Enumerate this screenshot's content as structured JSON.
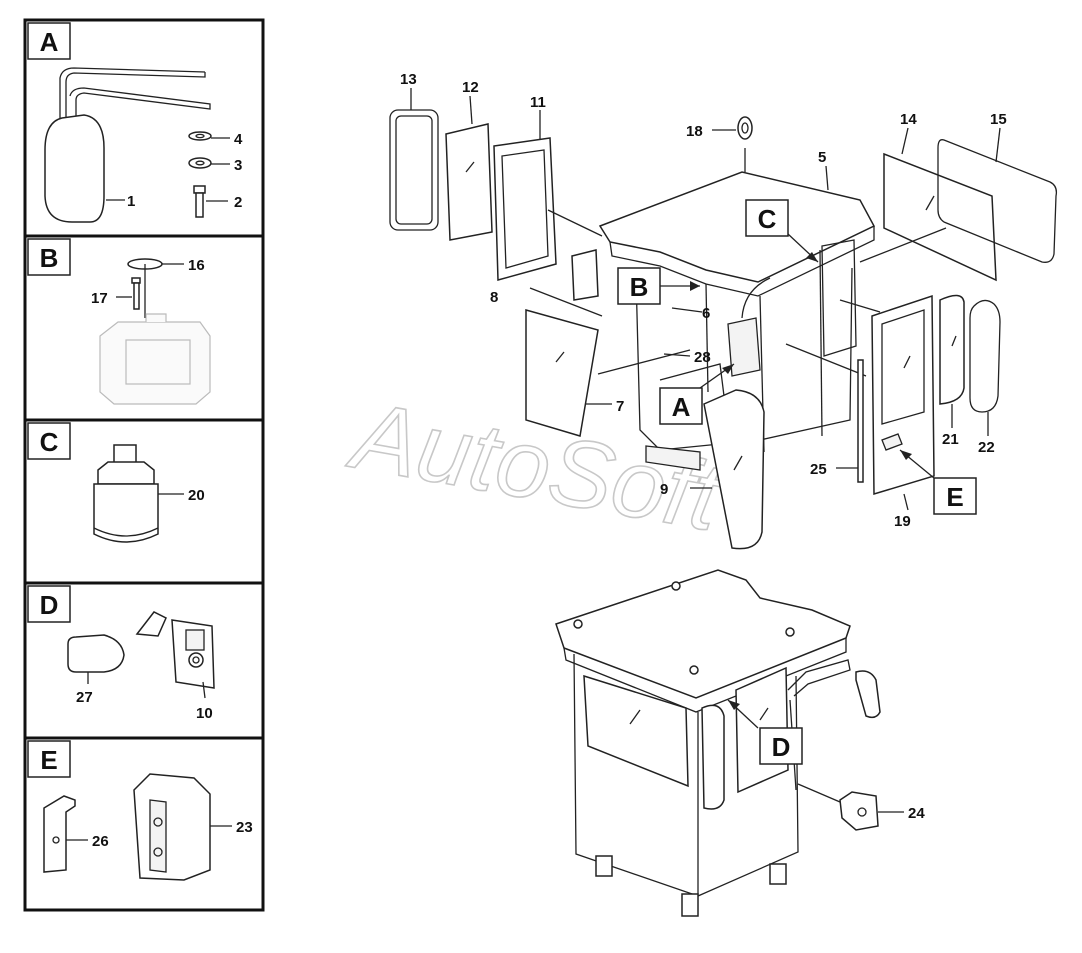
{
  "panels": [
    {
      "letter": "A",
      "parts": [
        "1",
        "2",
        "3",
        "4"
      ]
    },
    {
      "letter": "B",
      "parts": [
        "16",
        "17"
      ]
    },
    {
      "letter": "C",
      "parts": [
        "20"
      ]
    },
    {
      "letter": "D",
      "parts": [
        "27",
        "10"
      ]
    },
    {
      "letter": "E",
      "parts": [
        "26",
        "23"
      ]
    }
  ],
  "callouts": [
    "A",
    "B",
    "C",
    "D",
    "E"
  ],
  "part_numbers": [
    "5",
    "6",
    "7",
    "8",
    "9",
    "11",
    "12",
    "13",
    "14",
    "15",
    "18",
    "19",
    "21",
    "22",
    "24",
    "25",
    "28"
  ],
  "watermark": "AutoSoft"
}
